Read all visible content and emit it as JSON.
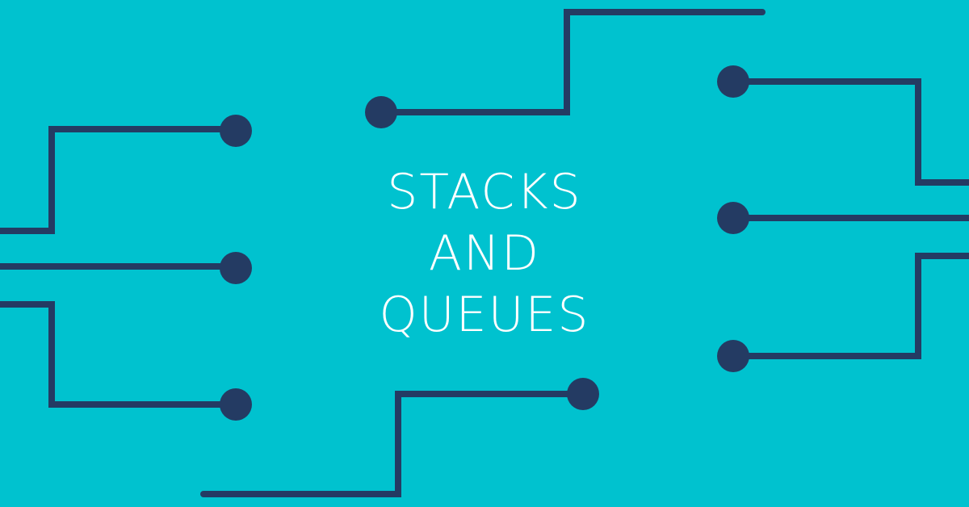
{
  "colors": {
    "background": "#00C2CF",
    "trace": "#243B63",
    "text": "#FFFFFF"
  },
  "title": {
    "lines": [
      "STACKS",
      "AND",
      "QUEUES"
    ]
  }
}
